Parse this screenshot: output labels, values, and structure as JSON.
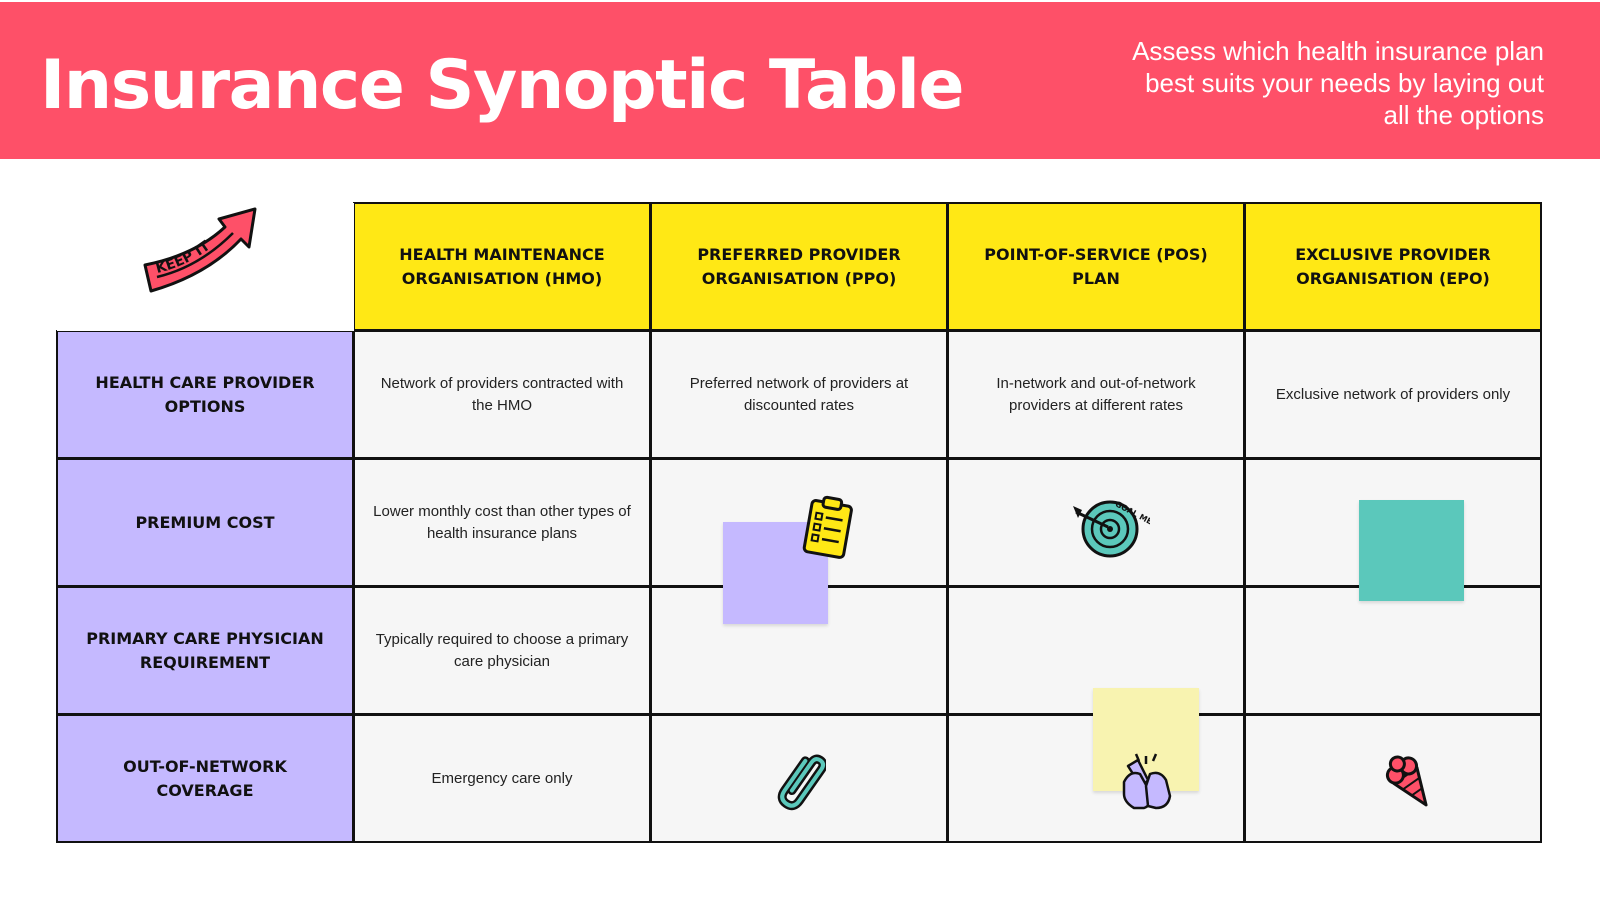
{
  "header": {
    "title": "Insurance Synoptic Table",
    "subtitle": "Assess which health insurance plan best suits your needs by laying out all the options"
  },
  "sticker_text": "KEEP IT UP",
  "goal_sticker_text": "GOAL MET!",
  "table": {
    "columns": [
      "HEALTH MAINTENANCE ORGANISATION (HMO)",
      "PREFERRED PROVIDER ORGANISATION (PPO)",
      "POINT-OF-SERVICE (POS) PLAN",
      "EXCLUSIVE PROVIDER ORGANISATION (EPO)"
    ],
    "rows": [
      {
        "label": "HEALTH CARE PROVIDER OPTIONS",
        "cells": [
          "Network of providers contracted with the HMO",
          "Preferred network of providers at discounted rates",
          "In-network and out-of-network providers at different rates",
          "Exclusive network of providers only"
        ]
      },
      {
        "label": "PREMIUM COST",
        "cells": [
          "Lower monthly cost than other types of health insurance plans",
          "",
          "",
          ""
        ]
      },
      {
        "label": "PRIMARY CARE PHYSICIAN REQUIREMENT",
        "cells": [
          "Typically required to choose a primary care physician",
          "",
          "",
          ""
        ]
      },
      {
        "label": "OUT-OF-NETWORK COVERAGE",
        "cells": [
          "Emergency care only",
          "",
          "",
          ""
        ]
      }
    ]
  },
  "colors": {
    "banner": "#fe5068",
    "column_header": "#ffe815",
    "row_header": "#c5b9ff",
    "cell": "#f6f6f6",
    "sticky_purple": "#c5b9ff",
    "sticky_teal": "#5bc8bb",
    "sticky_yellow": "#f8f3b0"
  },
  "icons": [
    "keep-it-up-sticker-icon",
    "clipboard-icon",
    "goal-met-target-icon",
    "paperclip-icon",
    "high-five-icon",
    "ice-cream-cone-icon"
  ]
}
